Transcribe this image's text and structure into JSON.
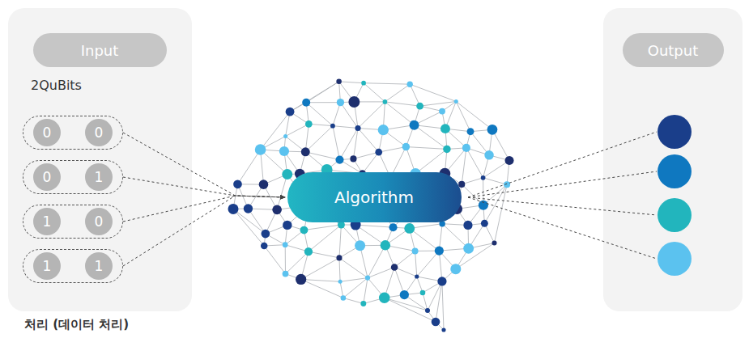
{
  "diagram": {
    "nodes": [
      {
        "text": [
          "Input"
        ]
      },
      {
        "text": [
          "0",
          "0"
        ]
      },
      {
        "text": [
          "0",
          "1"
        ]
      },
      {
        "text": [
          "1",
          "0"
        ]
      },
      {
        "text": [
          "1",
          "1"
        ]
      },
      {
        "text": [
          "Algorithm"
        ]
      },
      {
        "text": [
          "Output"
        ]
      }
    ],
    "edges": [
      {
        "from": 1,
        "to": 5,
        "arrow": "to"
      },
      {
        "from": 2,
        "to": 5,
        "arrow": "to"
      },
      {
        "from": 3,
        "to": 5,
        "arrow": "to"
      },
      {
        "from": 4,
        "to": 5,
        "arrow": "to"
      }
    ],
    "labels": [
      "2QuBits",
      "처리 (데이터 처리)"
    ]
  }
}
